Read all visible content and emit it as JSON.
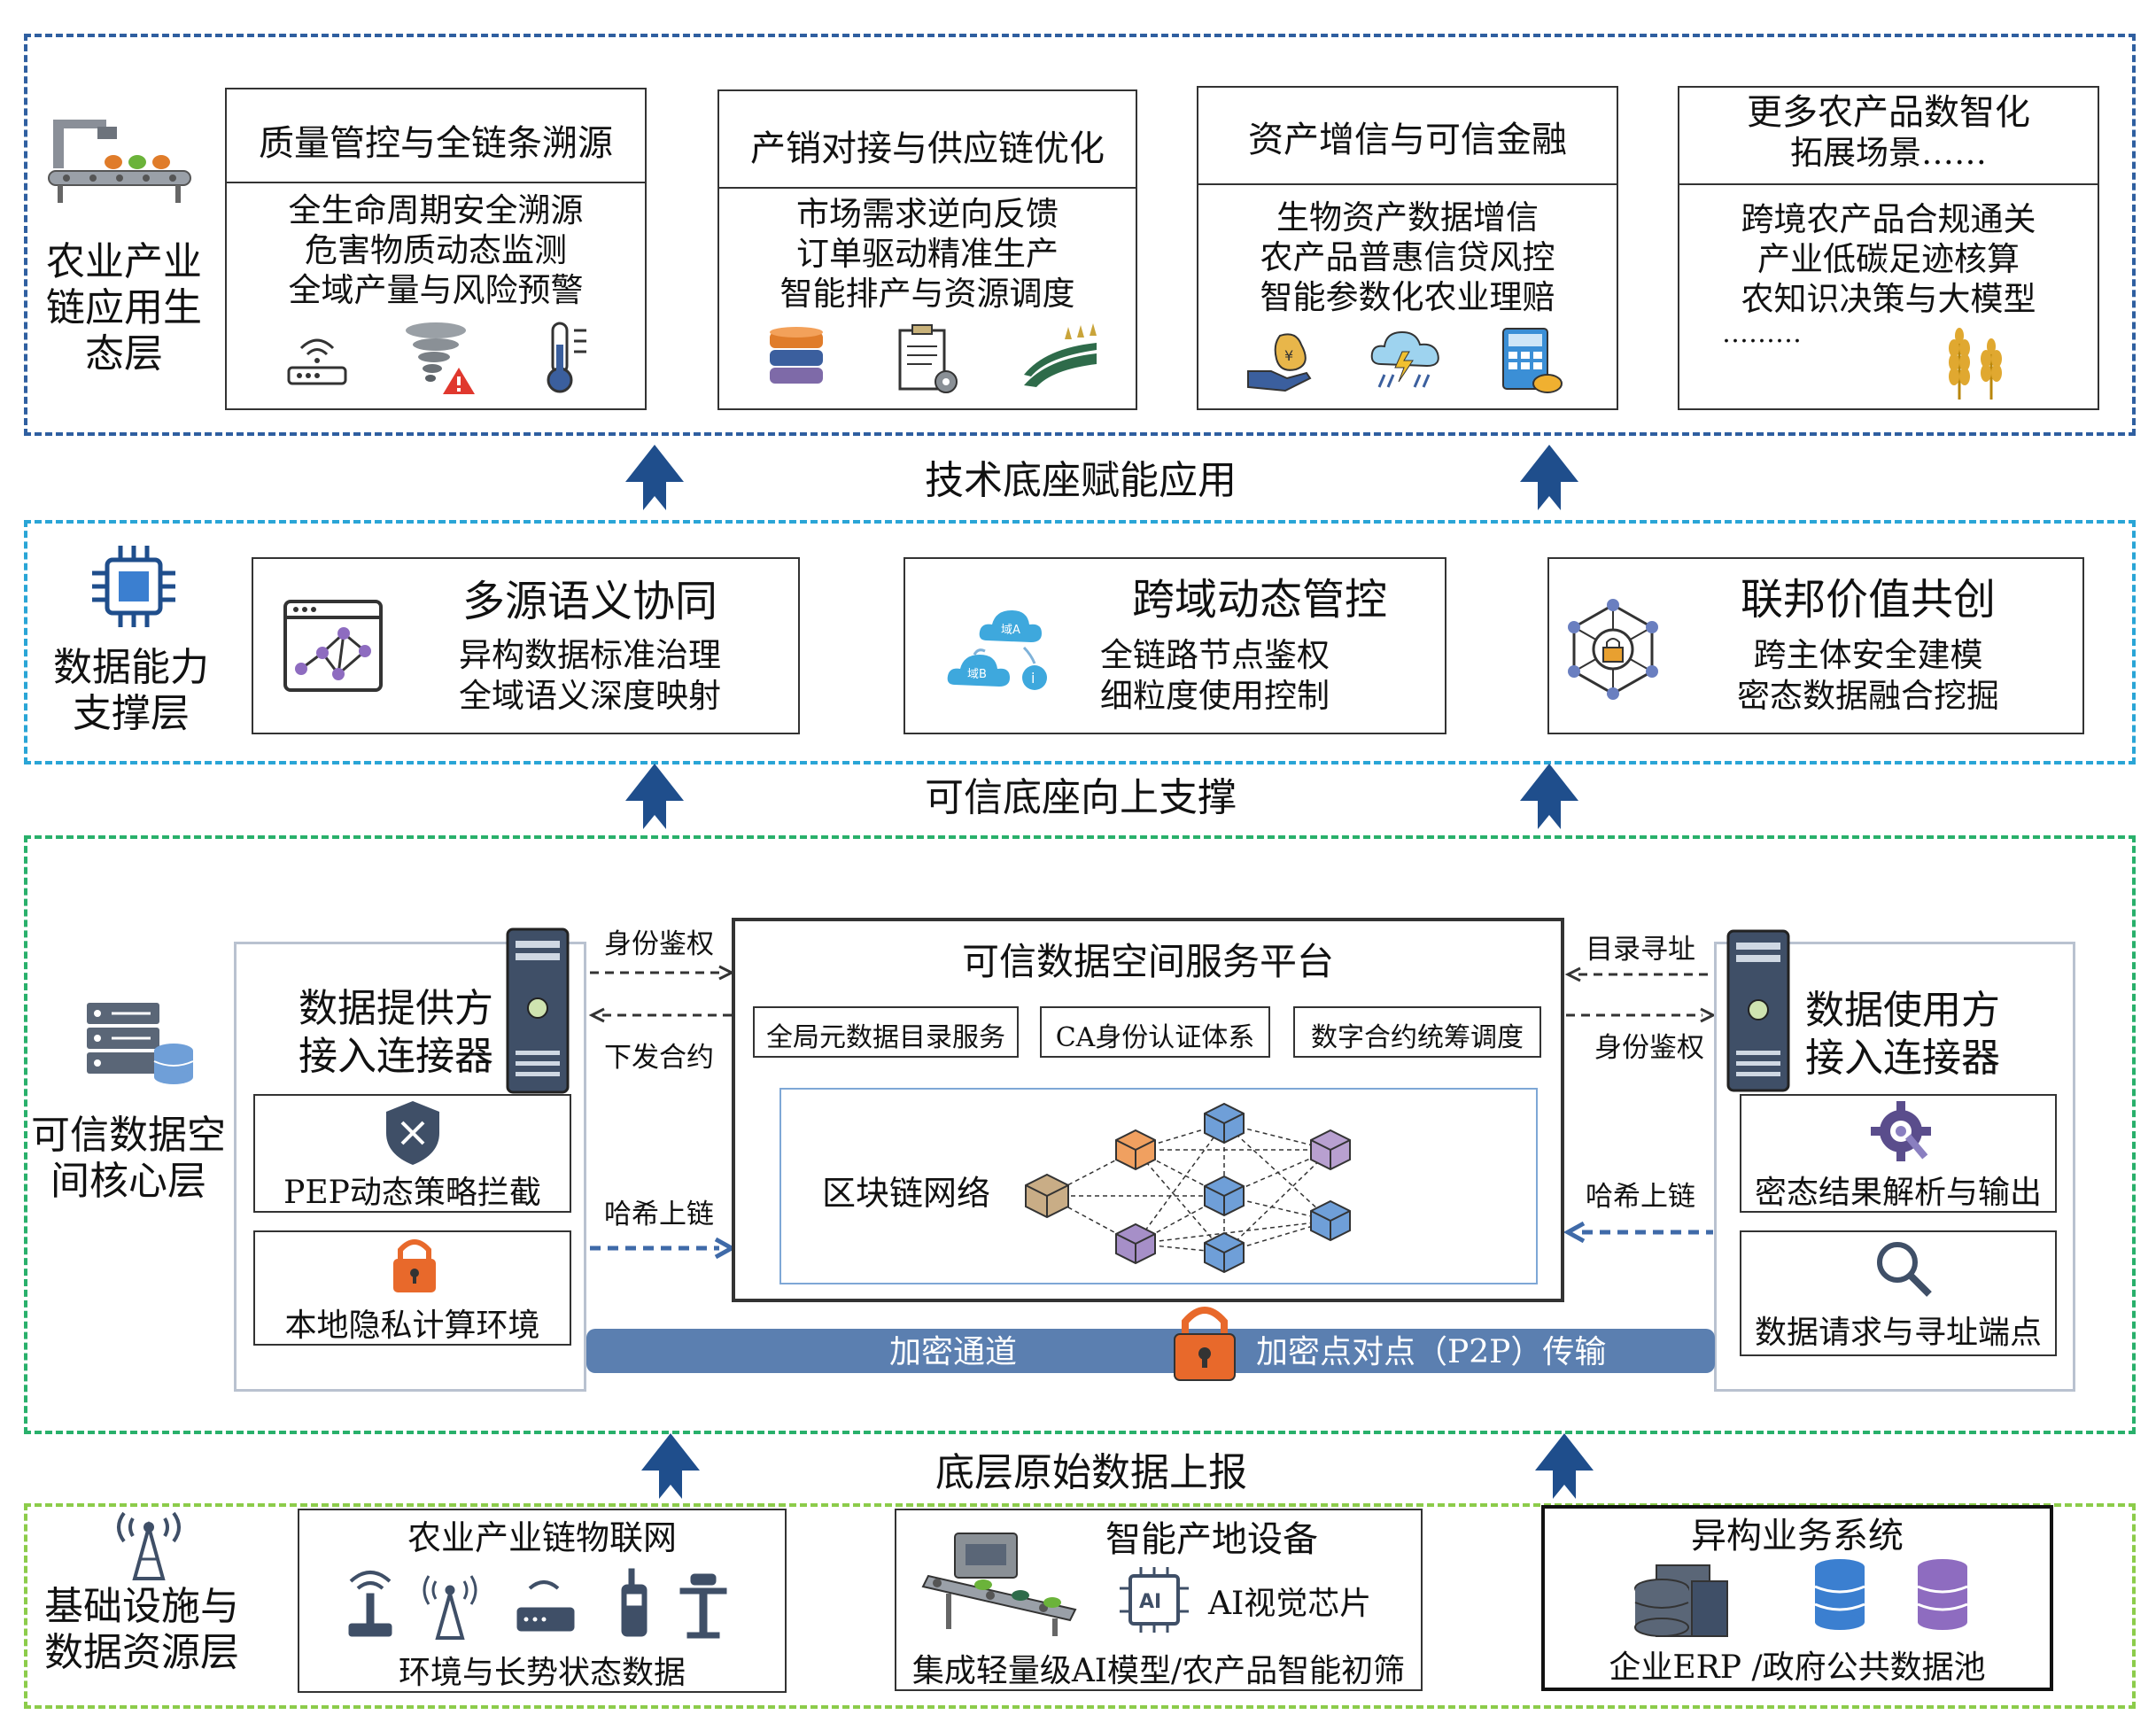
{
  "layers": {
    "app": {
      "label": "农业产业链应用生态层"
    },
    "cap": {
      "label": "数据能力支撑层"
    },
    "core": {
      "label": "可信数据空间核心层"
    },
    "infra": {
      "label": "基础设施与数据资源层"
    }
  },
  "app_boxes": [
    {
      "title": "质量管控与全链条溯源",
      "lines": [
        "全生命周期安全溯源",
        "危害物质动态监测",
        "全域产量与风险预警"
      ],
      "icons": [
        "wifi-router-icon",
        "tornado-warning-icon",
        "thermometer-icon"
      ]
    },
    {
      "title": "产销对接与供应链优化",
      "lines": [
        "市场需求逆向反馈",
        "订单驱动精准生产",
        "智能排产与资源调度"
      ],
      "icons": [
        "database-icon",
        "document-gear-icon",
        "farm-field-icon"
      ]
    },
    {
      "title": "资产增信与可信金融",
      "lines": [
        "生物资产数据增信",
        "农产品普惠信贷风控",
        "智能参数化农业理赔"
      ],
      "icons": [
        "money-hand-icon",
        "storm-cloud-icon",
        "calculator-icon"
      ]
    },
    {
      "title_lines": [
        "更多农产品数智化",
        "拓展场景……"
      ],
      "lines": [
        "跨境农产品合规通关",
        "产业低碳足迹核算",
        "农知识决策与大模型",
        "………"
      ],
      "icons": [
        "wheat-icon"
      ]
    }
  ],
  "flows": {
    "tech": "技术底座赋能应用",
    "trust": "可信底座向上支撑",
    "raw": "底层原始数据上报"
  },
  "cap_boxes": [
    {
      "title": "多源语义协同",
      "lines": [
        "异构数据标准治理",
        "全域语义深度映射"
      ]
    },
    {
      "title": "跨域动态管控",
      "lines": [
        "全链路节点鉴权",
        "细粒度使用控制"
      ],
      "icon_labels": [
        "域A",
        "域B"
      ]
    },
    {
      "title": "联邦价值共创",
      "lines": [
        "跨主体安全建模",
        "密态数据融合挖掘"
      ]
    }
  ],
  "core": {
    "provider": {
      "title_lines": [
        "数据提供方",
        "接入连接器"
      ],
      "pep": "PEP动态策略拦截",
      "local": "本地隐私计算环境"
    },
    "platform": {
      "title": "可信数据空间服务平台",
      "services": [
        "全局元数据目录服务",
        "CA身份认证体系",
        "数字合约统筹调度"
      ],
      "blockchain": "区块链网络"
    },
    "consumer": {
      "title_lines": [
        "数据使用方",
        "接入连接器"
      ],
      "parse": "密态结果解析与输出",
      "request": "数据请求与寻址端点"
    },
    "left_labels": {
      "auth": "身份鉴权",
      "contract": "下发合约",
      "hash": "哈希上链"
    },
    "right_labels": {
      "catalog": "目录寻址",
      "auth": "身份鉴权",
      "hash": "哈希上链"
    },
    "channel": {
      "left": "加密通道",
      "right": "加密点对点（P2P）传输"
    }
  },
  "infra_boxes": [
    {
      "title": "农业产业链物联网",
      "caption": "环境与长势状态数据"
    },
    {
      "title": "智能产地设备",
      "chip": "AI视觉芯片",
      "caption": "集成轻量级AI模型/农产品智能初筛"
    },
    {
      "title": "异构业务系统",
      "caption": "企业ERP /政府公共数据池"
    }
  ],
  "colors": {
    "navy": "#1f4e8c",
    "orange": "#e8692b",
    "channel": "#5b7fb0",
    "app_border": "#2f5fa0",
    "cap_border": "#2aa5d6",
    "core_border": "#29b06b",
    "infra_border": "#8ccc4a"
  }
}
